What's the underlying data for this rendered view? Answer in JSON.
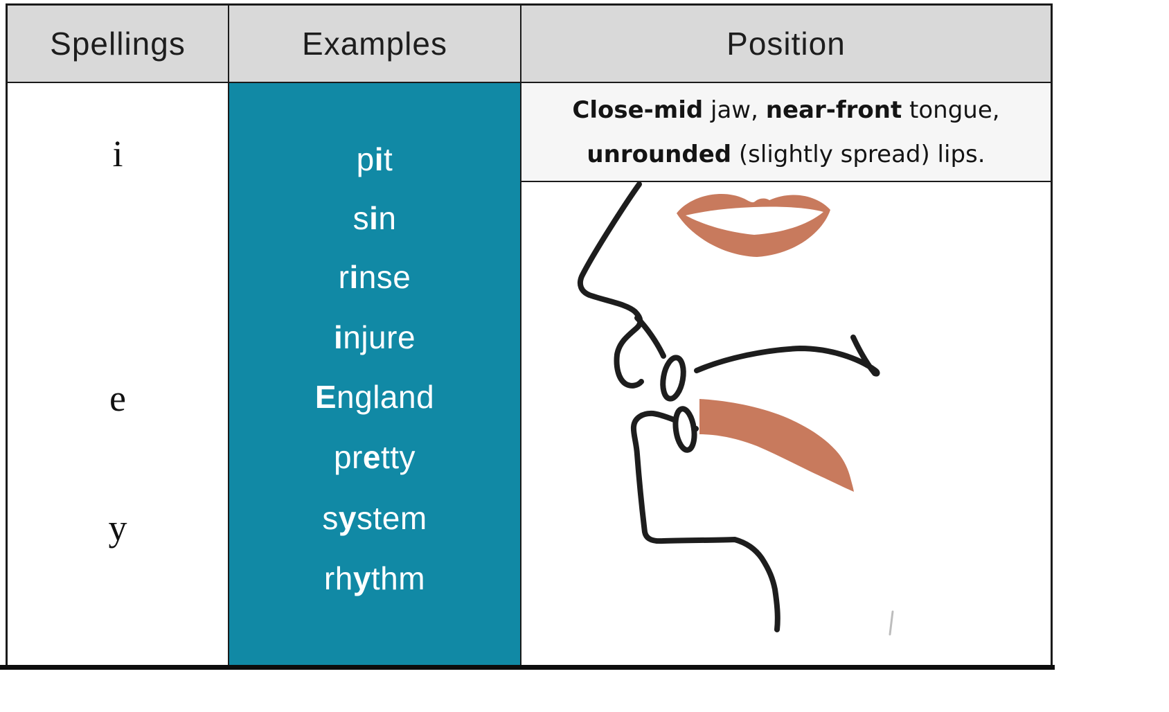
{
  "table": {
    "headers": [
      {
        "label": "Spellings"
      },
      {
        "label": "Examples"
      },
      {
        "label": "Position"
      }
    ],
    "spellings": [
      {
        "label": "i"
      },
      {
        "label": "e"
      },
      {
        "label": "y"
      }
    ],
    "examples": [
      {
        "pre": "p",
        "bold": "i",
        "post": "t"
      },
      {
        "pre": "s",
        "bold": "i",
        "post": "n"
      },
      {
        "pre": "r",
        "bold": "i",
        "post": "nse"
      },
      {
        "pre": "",
        "bold": "i",
        "post": "njure"
      },
      {
        "pre": "",
        "bold": "E",
        "post": "ngland"
      },
      {
        "pre": "pr",
        "bold": "e",
        "post": "tty"
      },
      {
        "pre": "s",
        "bold": "y",
        "post": "stem"
      },
      {
        "pre": "rh",
        "bold": "y",
        "post": "thm"
      }
    ],
    "position": {
      "line1": [
        {
          "text": "Close-mid",
          "bold": true
        },
        {
          "text": " jaw, ",
          "bold": false
        },
        {
          "text": "near-front",
          "bold": true
        },
        {
          "text": " tongue,",
          "bold": false
        }
      ],
      "line2": [
        {
          "text": "unrounded",
          "bold": true
        },
        {
          "text": " (slightly spread) lips.",
          "bold": false
        }
      ]
    }
  },
  "diagram": {
    "name": "mouth-profile-diagram",
    "description": "Side profile line drawing of nose, lips, teeth and highlighted tongue position"
  },
  "colors": {
    "examples_background": "#1189a5",
    "lips_and_tongue": "#c87a5d",
    "header_background": "#d9d9d9",
    "description_background": "#f6f6f6",
    "border": "#1a1a1a"
  }
}
